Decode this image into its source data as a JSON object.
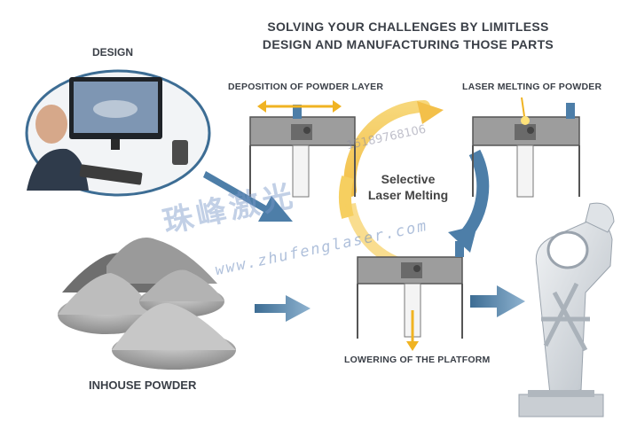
{
  "title_line1": "SOLVING YOUR CHALLENGES BY LIMITLESS",
  "title_line2": "DESIGN AND MANUFACTURING THOSE PARTS",
  "labels": {
    "design": "DESIGN",
    "inhouse_powder": "INHOUSE POWDER",
    "deposition": "DEPOSITION OF POWDER LAYER",
    "laser_melting": "LASER MELTING OF POWDER",
    "lowering": "LOWERING OF THE PLATFORM",
    "center_line1": "Selective",
    "center_line2": "Laser Melting"
  },
  "watermark": {
    "chinese": "珠峰激光",
    "url": "www.zhufenglaser.com",
    "phone": "15189768106"
  },
  "colors": {
    "arrow_blue": "#4d7ea8",
    "arrow_yellow": "#f0b322",
    "text_dark": "#3a3f47",
    "chamber_gray": "#8e8e8e"
  }
}
